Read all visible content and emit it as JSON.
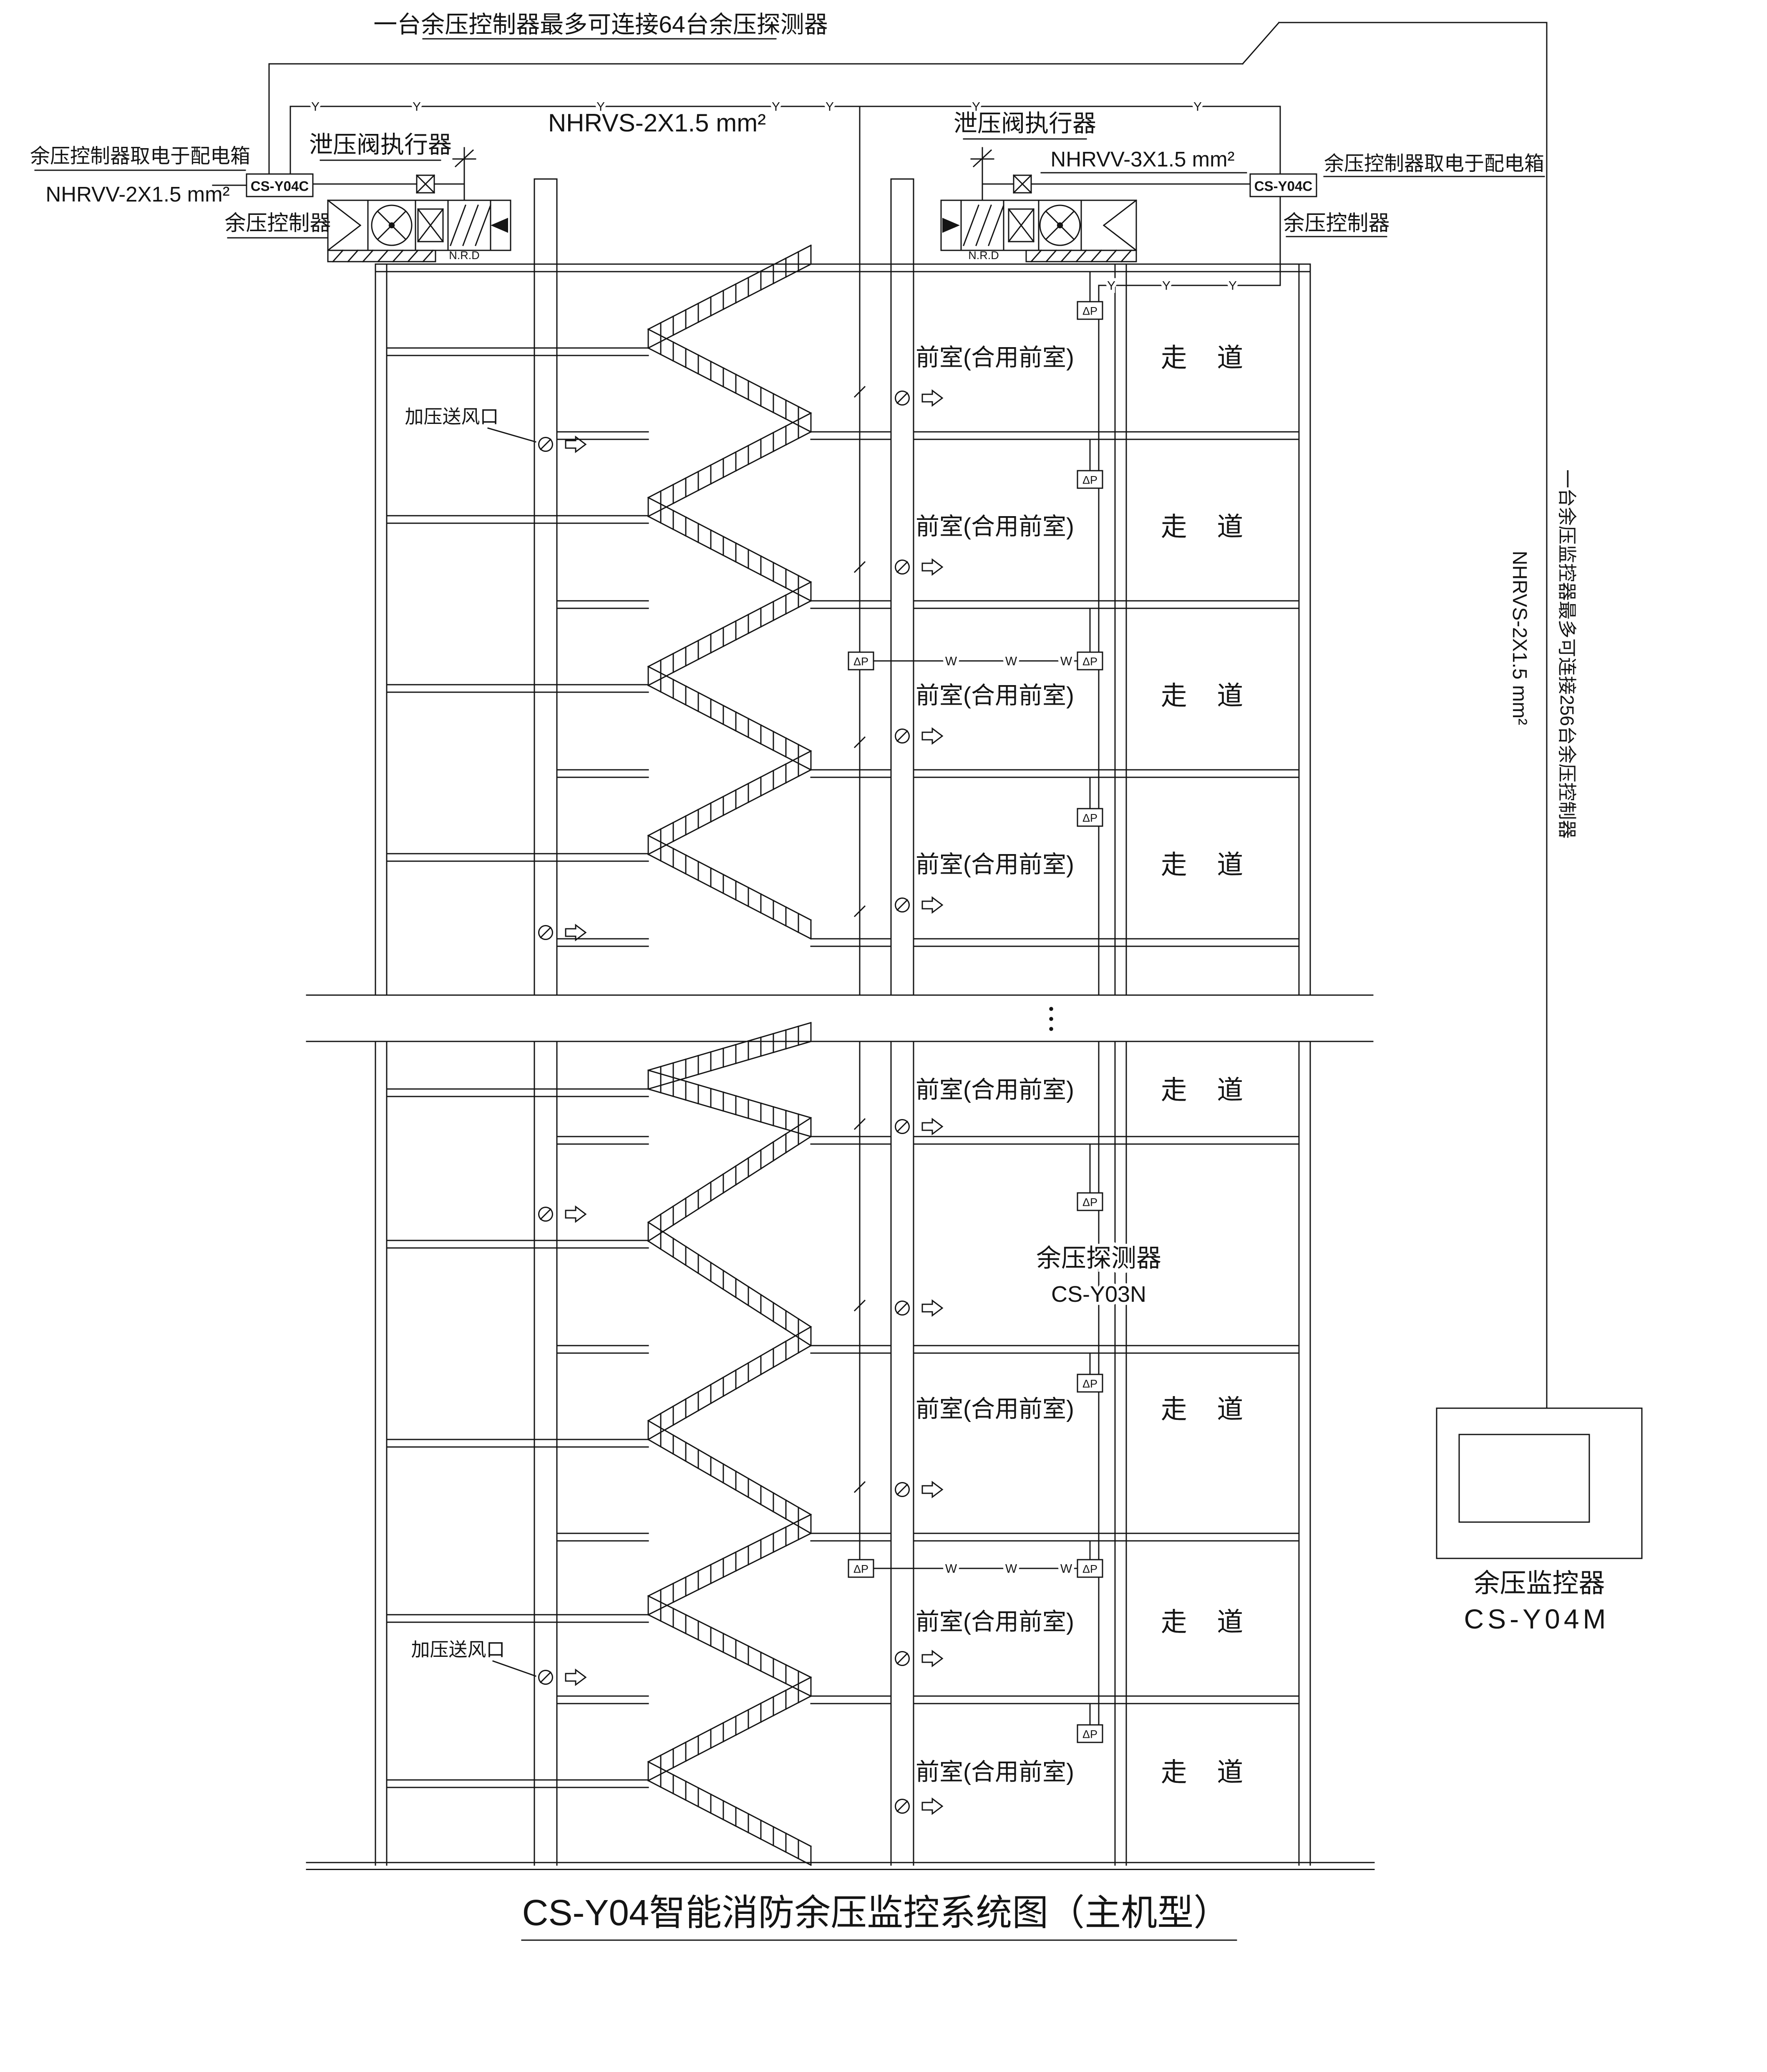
{
  "title": "CS-Y04智能消防余压监控系统图（主机型）",
  "annotations": {
    "top_note": "一台余压控制器最多可连接64台余压探测器",
    "top_cable": "NHRVS-2X1.5 mm²",
    "right_note": "一台余压监控器最多可连接256台余压控制器",
    "right_cable": "NHRVS-2X1.5 mm²",
    "detector_label": "余压探测器",
    "detector_model": "CS-Y03N",
    "vent_label": "加压送风口"
  },
  "left_controller": {
    "power_note": "余压控制器取电于配电箱",
    "power_cable": "NHRVV-2X1.5 mm²",
    "model": "CS-Y04C",
    "label": "余压控制器",
    "valve_label": "泄压阀执行器",
    "nrd": "N.R.D"
  },
  "right_controller": {
    "power_note": "余压控制器取电于配电箱",
    "actuator_cable": "NHRVV-3X1.5 mm²",
    "model": "CS-Y04C",
    "label": "余压控制器",
    "valve_label": "泄压阀执行器",
    "nrd": "N.R.D"
  },
  "monitor": {
    "label": "余压监控器",
    "model": "CS-Y04M"
  },
  "rooms": {
    "front_room": "前室(合用前室)",
    "corridor": "走 道"
  },
  "marks": {
    "dp": "ΔP",
    "y": "Y",
    "w": "W"
  }
}
